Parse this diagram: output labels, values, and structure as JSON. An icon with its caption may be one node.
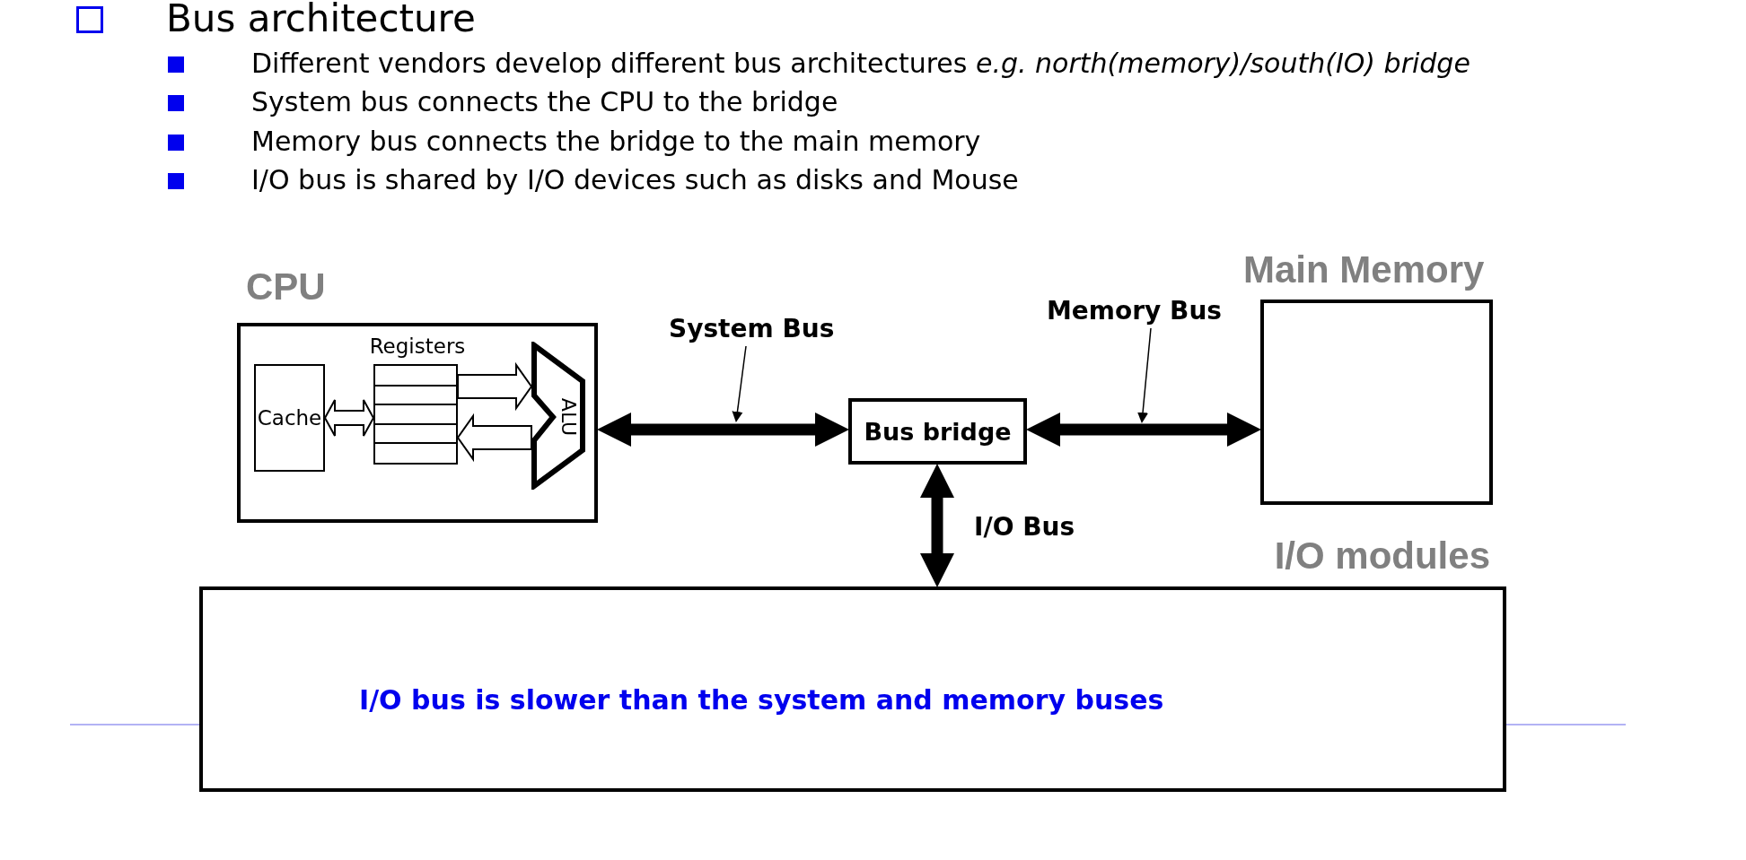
{
  "diagram": {
    "title": "Bus architecture",
    "nodes": [
      {
        "text": [
          "CPU"
        ]
      },
      {
        "text": [
          "Cache"
        ],
        "in": 0
      },
      {
        "text": [
          "Registers"
        ],
        "in": 0
      },
      {
        "text": [
          "ALU"
        ],
        "in": 0
      },
      {
        "text": [
          "System Bus"
        ]
      },
      {
        "text": [
          "Memory Bus"
        ]
      },
      {
        "text": [
          "Bus bridge"
        ]
      },
      {
        "text": [
          "Main Memory"
        ]
      },
      {
        "text": [
          "I/O modules",
          "I/O bus is slower than the system and memory buses"
        ]
      }
    ],
    "edges": [
      {
        "from": 1,
        "to": 2,
        "arrow": "both"
      },
      {
        "from": 2,
        "to": 3,
        "arrow": "to"
      },
      {
        "from": 3,
        "to": 2,
        "arrow": "to"
      },
      {
        "from": 0,
        "to": 6,
        "arrow": "both"
      },
      {
        "from": 6,
        "to": 7,
        "arrow": "both"
      },
      {
        "from": 6,
        "to": 8,
        "arrow": "both",
        "label": "I/O Bus"
      },
      {
        "from": 4,
        "to": null,
        "arrow": "to"
      },
      {
        "from": 5,
        "to": null,
        "arrow": "to"
      }
    ],
    "labels": [
      "Different vendors develop different bus architectures *e.g. north(memory)/south(IO) bridge*",
      "System bus connects the CPU to the bridge",
      "Memory bus connects the bridge to the main memory",
      "I/O bus is shared by I/O devices such as disks and Mouse"
    ]
  }
}
